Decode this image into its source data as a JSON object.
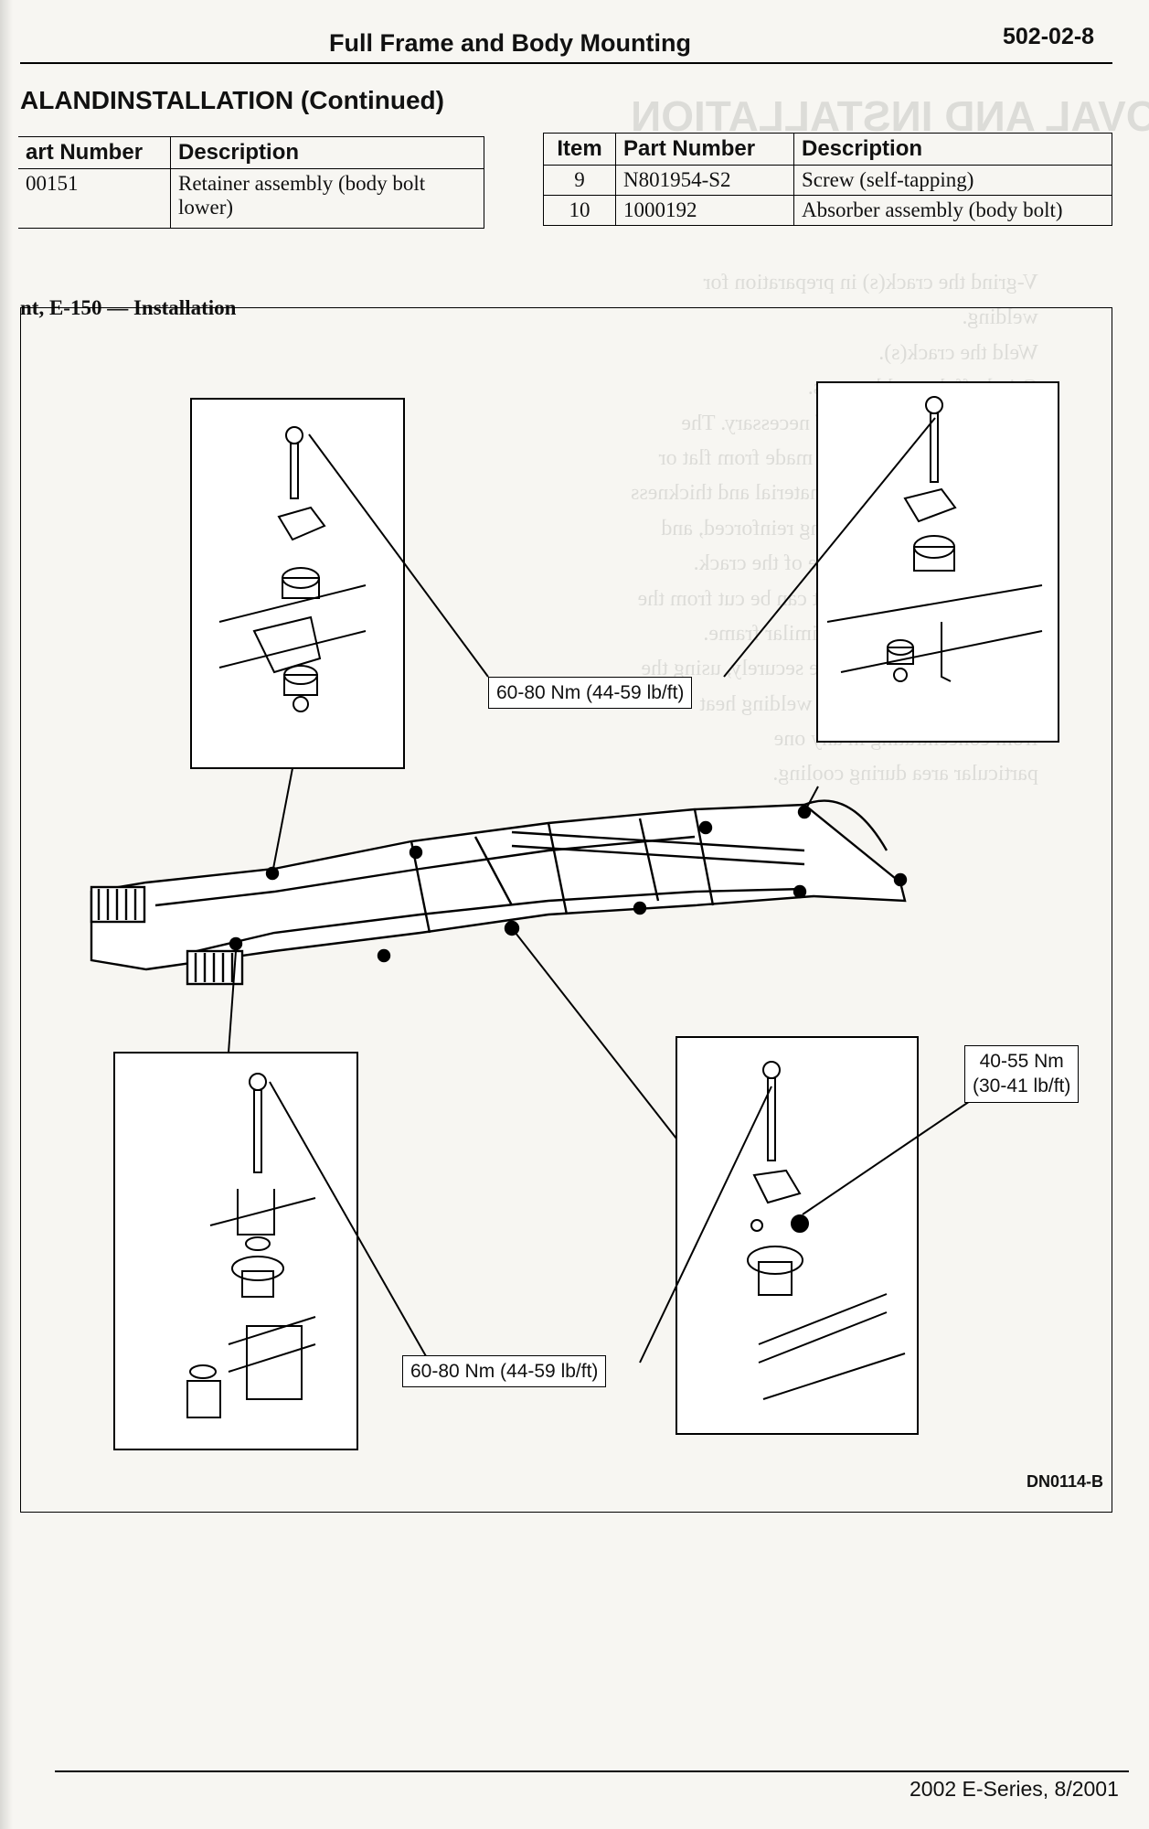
{
  "header": {
    "title": "Full Frame and Body Mounting",
    "page_code": "502-02-8"
  },
  "section_title": "ALANDINSTALLATION (Continued)",
  "left_table": {
    "headers": [
      "art Number",
      "Description"
    ],
    "rows": [
      {
        "part": "00151",
        "description": "Retainer assembly (body bolt lower)"
      }
    ]
  },
  "right_table": {
    "headers": [
      "Item",
      "Part Number",
      "Description"
    ],
    "rows": [
      {
        "item": "9",
        "part": "N801954-S2",
        "description": "Screw (self-tapping)"
      },
      {
        "item": "10",
        "part": "1000192",
        "description": "Absorber assembly (body bolt)"
      }
    ]
  },
  "figure": {
    "title": "nt, E-150 — Installation",
    "id": "DN0114-B",
    "callouts": {
      "torque_upper": "60-80 Nm (44-59 lb/ft)",
      "torque_lower": "60-80 Nm (44-59 lb/ft)",
      "torque_screw_line1": "40-55 Nm",
      "torque_screw_line2": "(30-41 lb/ft)"
    }
  },
  "footer": "2002 E-Series, 8/2001"
}
